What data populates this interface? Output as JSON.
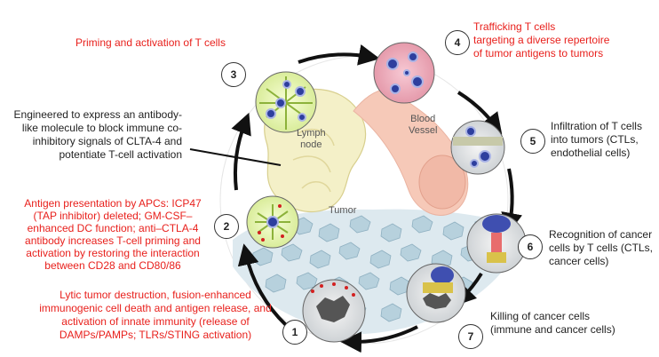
{
  "steps": [
    {
      "number": "1",
      "text": [
        "Lytic tumor destruction, fusion-enhanced",
        "immunogenic cell death and antigen release, and",
        "activation of innate immunity (release of",
        "DAMPs/PAMPs; TLRs/STING activation)"
      ]
    },
    {
      "number": "2",
      "text": [
        "Antigen presentation by APCs: ICP47",
        "(TAP inhibitor) deleted; GM-CSF–",
        "enhanced DC function;  anti–CTLA-4",
        "antibody increases T-cell priming and",
        "activation by restoring the interaction",
        "between CD28 and CD80/86"
      ]
    },
    {
      "number": "3",
      "text": [
        "Priming and activation of T cells"
      ]
    },
    {
      "number": "4",
      "text": [
        "Trafficking T cells",
        "targeting a diverse repertoire",
        "of tumor antigens to tumors"
      ]
    },
    {
      "number": "5",
      "text": [
        "Infiltration of T cells",
        "into tumors (CTLs,",
        "endothelial cells)"
      ]
    },
    {
      "number": "6",
      "text": [
        "Recognition of cancer",
        "cells by T cells (CTLs,",
        "cancer cells)"
      ]
    },
    {
      "number": "7",
      "text": [
        "Killing of cancer cells",
        "(immune and cancer cells)"
      ]
    }
  ],
  "engineered_note": [
    "Engineered to express an antibody-",
    "like molecule to block immune co-",
    "inhibitory signals of CLTA-4 and",
    "potentiate T-cell activation"
  ],
  "structure_labels": {
    "lymph_node": [
      "Lymph",
      "node"
    ],
    "blood_vessel": [
      "Blood",
      "Vessel"
    ],
    "tumor": "Tumor"
  },
  "colors": {
    "highlight_text": "#e8201c",
    "body_text": "#222222",
    "cycle_arrow": "#111111",
    "lymph_node": "#f4f0c8",
    "blood_vessel": "#f6c9b8",
    "tumor_cells": "#b7d1dd"
  }
}
